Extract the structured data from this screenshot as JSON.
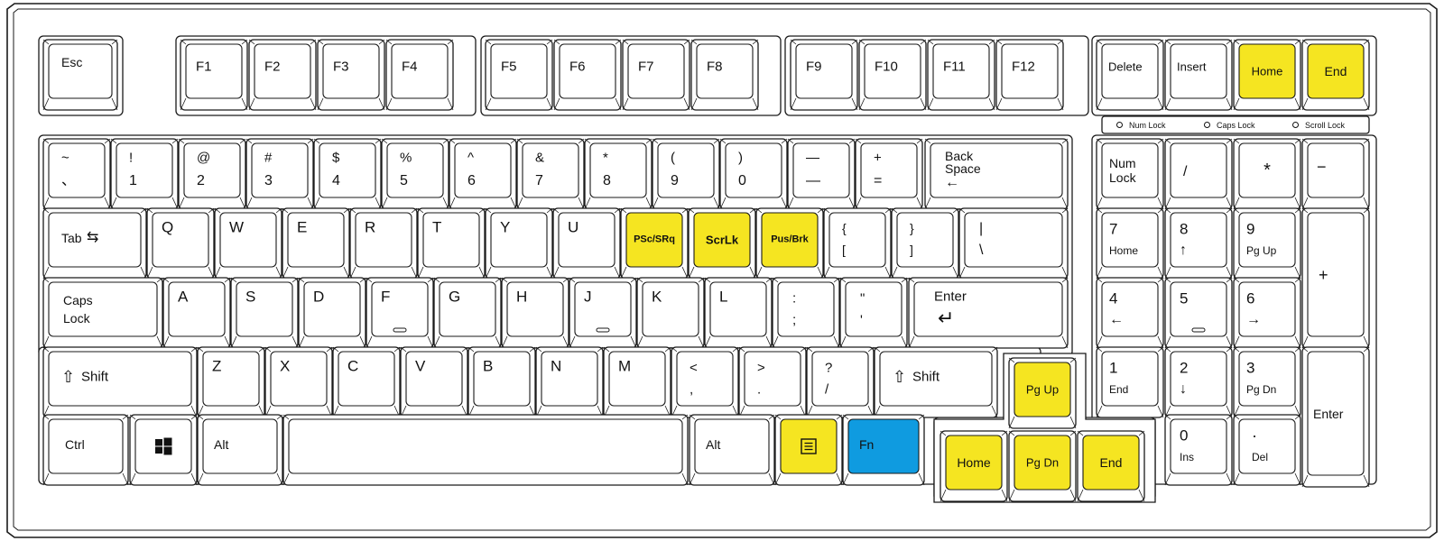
{
  "colors": {
    "highlight_yellow": "#f5e521",
    "highlight_blue": "#0f9be0",
    "key_fill": "#ffffff",
    "outline": "#1a1a1a"
  },
  "indicators": [
    "Num Lock",
    "Caps Lock",
    "Scroll Lock"
  ],
  "keys": {
    "esc": "Esc",
    "f1": "F1",
    "f2": "F2",
    "f3": "F3",
    "f4": "F4",
    "f5": "F5",
    "f6": "F6",
    "f7": "F7",
    "f8": "F8",
    "f9": "F9",
    "f10": "F10",
    "f11": "F11",
    "f12": "F12",
    "delete": "Delete",
    "insert": "Insert",
    "home_top": "Home",
    "end_top": "End",
    "grave_shift": "~",
    "grave_base": "、",
    "n1_shift": "!",
    "n1_base": "1",
    "n2_shift": "@",
    "n2_base": "2",
    "n3_shift": "#",
    "n3_base": "3",
    "n4_shift": "$",
    "n4_base": "4",
    "n5_shift": "%",
    "n5_base": "5",
    "n6_shift": "^",
    "n6_base": "6",
    "n7_shift": "&",
    "n7_base": "7",
    "n8_shift": "*",
    "n8_base": "8",
    "n9_shift": "(",
    "n9_base": "9",
    "n0_shift": ")",
    "n0_base": "0",
    "minus_shift": "—",
    "minus_base": "—",
    "equal_shift": "+",
    "equal_base": "=",
    "backspace_l1": "Back",
    "backspace_l2": "Space",
    "backspace_arrow": "←",
    "tab": "Tab",
    "tab_icon": "⇆",
    "q": "Q",
    "w": "W",
    "e": "E",
    "r": "R",
    "t": "T",
    "y": "Y",
    "u": "U",
    "psc": "PSc/SRq",
    "scrlk": "ScrLk",
    "pusbrk": "Pus/Brk",
    "lbracket_shift": "{",
    "lbracket_base": "[",
    "rbracket_shift": "}",
    "rbracket_base": "]",
    "bslash_shift": "|",
    "bslash_base": "\\",
    "caps_l1": "Caps",
    "caps_l2": "Lock",
    "a": "A",
    "s": "S",
    "d": "D",
    "f": "F",
    "g": "G",
    "h": "H",
    "j": "J",
    "k": "K",
    "l": "L",
    "semicolon_shift": ":",
    "semicolon_base": ";",
    "quote_shift": "\"",
    "quote_base": "'",
    "enter_main": "Enter",
    "enter_icon": "↵",
    "lshift": "Shift",
    "rshift": "Shift",
    "shift_icon": "⇧",
    "z": "Z",
    "x": "X",
    "c": "C",
    "v": "V",
    "b": "B",
    "n": "N",
    "m": "M",
    "comma_shift": "<",
    "comma_base": ",",
    "period_shift": ">",
    "period_base": ".",
    "slash_shift": "?",
    "slash_base": "/",
    "lctrl": "Ctrl",
    "lalt": "Alt",
    "ralt": "Alt",
    "fn": "Fn",
    "pgup": "Pg Up",
    "home": "Home",
    "pgdn": "Pg Dn",
    "end": "End",
    "numlock_l1": "Num",
    "numlock_l2": "Lock",
    "np_div": "/",
    "np_mul": "*",
    "np_minus": "−",
    "np_plus": "+",
    "np7": "7",
    "np7_sub": "Home",
    "np8": "8",
    "np8_sub": "↑",
    "np9": "9",
    "np9_sub": "Pg Up",
    "np4": "4",
    "np4_sub": "←",
    "np5": "5",
    "np6": "6",
    "np6_sub": "→",
    "np1": "1",
    "np1_sub": "End",
    "np2": "2",
    "np2_sub": "↓",
    "np3": "3",
    "np3_sub": "Pg Dn",
    "np0": "0",
    "np0_sub": "Ins",
    "npdot": "·",
    "npdot_sub": "Del",
    "np_enter": "Enter"
  }
}
